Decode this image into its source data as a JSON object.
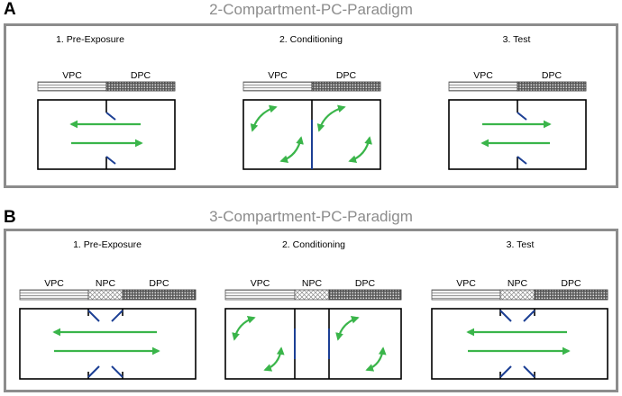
{
  "panels": [
    {
      "label": "A",
      "title": "2-Compartment-PC-Paradigm",
      "steps": [
        {
          "title": "1. Pre-Exposure",
          "segments": [
            "VPC",
            "DPC"
          ]
        },
        {
          "title": "2. Conditioning",
          "segments": [
            "VPC",
            "DPC"
          ]
        },
        {
          "title": "3. Test",
          "segments": [
            "VPC",
            "DPC"
          ]
        }
      ]
    },
    {
      "label": "B",
      "title": "3-Compartment-PC-Paradigm",
      "steps": [
        {
          "title": "1. Pre-Exposure",
          "segments": [
            "VPC",
            "NPC",
            "DPC"
          ]
        },
        {
          "title": "2. Conditioning",
          "segments": [
            "VPC",
            "NPC",
            "DPC"
          ]
        },
        {
          "title": "3. Test",
          "segments": [
            "VPC",
            "NPC",
            "DPC"
          ]
        }
      ]
    }
  ],
  "colors": {
    "frame": "#8c8c8c",
    "arrow": "#3ab54a",
    "door": "#1c3f94",
    "line": "#000000"
  }
}
